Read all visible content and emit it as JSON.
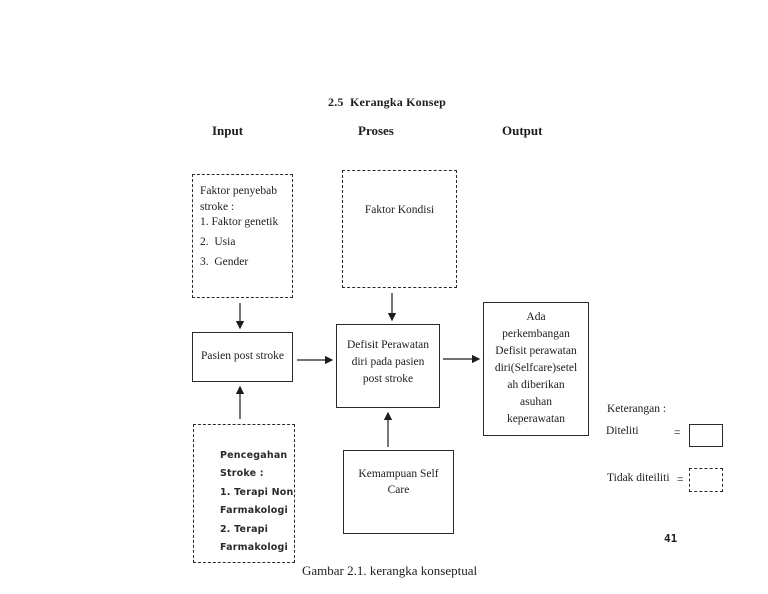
{
  "page": {
    "section_title": "2.5  Kerangka Konsep",
    "caption": "Gambar 2.1. kerangka konseptual",
    "page_number": "41"
  },
  "columns": {
    "input": "Input",
    "proses": "Proses",
    "output": "Output"
  },
  "diagram": {
    "faktor_penyebab": {
      "border": "dashed",
      "lines": [
        "Faktor penyebab",
        "stroke :",
        "1. Faktor genetik",
        "2.  Usia",
        "3.  Gender"
      ]
    },
    "faktor_kondisi": {
      "border": "dashed",
      "label": "Faktor Kondisi"
    },
    "pasien": {
      "border": "solid",
      "label": "Pasien post stroke"
    },
    "defisit": {
      "border": "solid",
      "lines": [
        "Defisit Perawatan",
        "diri pada pasien",
        "post stroke"
      ]
    },
    "hasil": {
      "border": "solid",
      "lines": [
        "Ada",
        "perkembangan",
        "Defisit perawatan",
        "diri(Selfcare)setel",
        "ah diberikan",
        "asuhan",
        "keperawatan"
      ]
    },
    "pencegahan": {
      "border": "dashed",
      "lines": [
        "Pencegahan",
        "Stroke :",
        "1. Terapi Non",
        "Farmakologi",
        "2. Terapi",
        "Farmakologi"
      ]
    },
    "kemampuan": {
      "border": "solid",
      "lines": [
        "Kemampuan Self",
        "Care"
      ]
    }
  },
  "legend": {
    "title": "Keterangan :",
    "items": [
      {
        "label": "Diteliti",
        "eq": "=",
        "style": "solid"
      },
      {
        "label": "Tidak diteiliti",
        "eq": "=",
        "style": "dashed"
      }
    ]
  },
  "colors": {
    "ink": "#1d1d1d",
    "border": "#2a2a2a",
    "background": "#ffffff"
  }
}
